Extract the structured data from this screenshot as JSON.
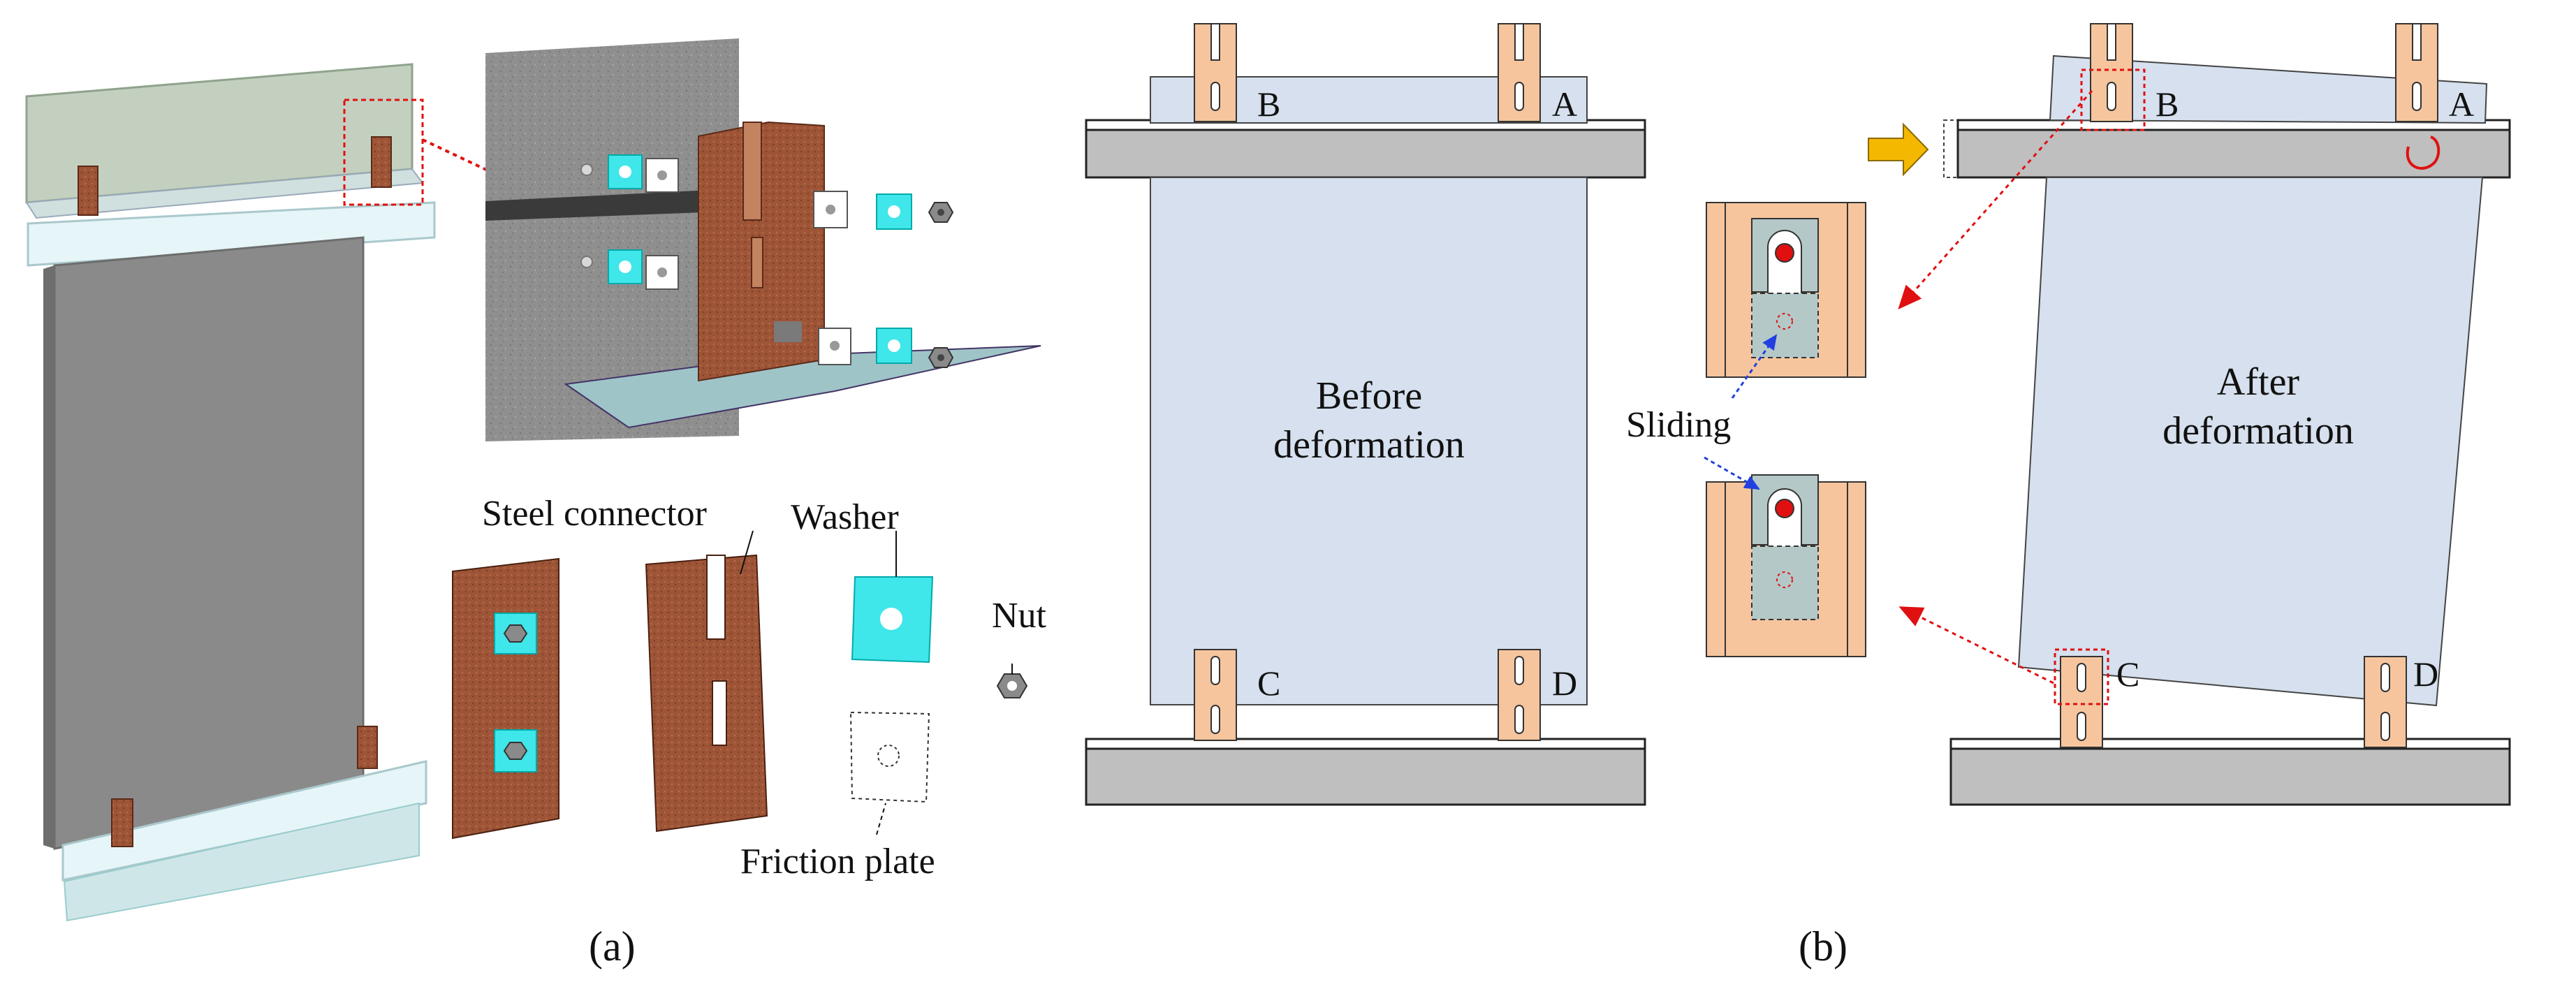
{
  "panel_a": {
    "caption": "(a)",
    "labels": {
      "steel_connector": "Steel connector",
      "washer": "Washer",
      "nut": "Nut",
      "friction_plate": "Friction plate"
    }
  },
  "panel_b": {
    "caption": "(b)",
    "before": {
      "text_line1": "Before",
      "text_line2": "deformation",
      "points": {
        "a": "A",
        "b": "B",
        "c": "C",
        "d": "D"
      }
    },
    "after": {
      "text_line1": "After",
      "text_line2": "deformation",
      "points": {
        "a": "A",
        "b": "B",
        "c": "C",
        "d": "D"
      }
    },
    "sliding_label": "Sliding"
  },
  "colors": {
    "panel_fill": "#d6e0ee",
    "beam_fill": "#bfbfbf",
    "connector_fill": "#f6c59d",
    "connector_rust": "#a9593a",
    "washer_cyan": "#3fe6ea",
    "glass_green": "#c9d6c4",
    "wall_gray": "#8e8e8e",
    "arrow_red": "#e01010",
    "arrow_blue": "#2040e0",
    "arrow_yellow": "#f5b800"
  }
}
